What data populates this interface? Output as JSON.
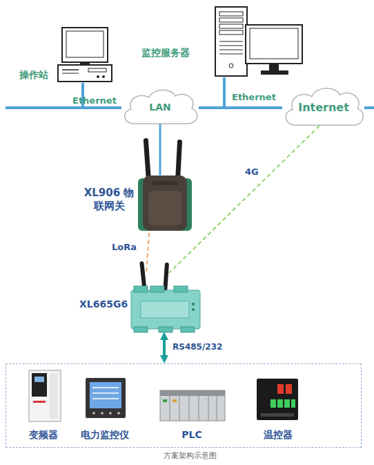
{
  "diagram": {
    "caption": "方案架构示意图",
    "nodes": [
      {
        "text": [
          "操作站"
        ]
      },
      {
        "text": [
          "LAN"
        ]
      },
      {
        "text": [
          "监控服务器"
        ]
      },
      {
        "text": [
          "Internet"
        ]
      },
      {
        "text": [
          "XL906 物联网关"
        ]
      },
      {
        "text": [
          "XL665G6"
        ]
      },
      {
        "text": []
      },
      {
        "text": [
          "变频器"
        ],
        "in": 6
      },
      {
        "text": [
          "电力监控仪"
        ],
        "in": 6
      },
      {
        "text": [
          "PLC"
        ],
        "in": 6
      },
      {
        "text": [
          "温控器"
        ],
        "in": 6
      }
    ],
    "edges": [
      {
        "from": 0,
        "to": 1,
        "arrow": "none",
        "label": "Ethernet"
      },
      {
        "from": 1,
        "to": 2,
        "arrow": "none"
      },
      {
        "from": 2,
        "to": 3,
        "arrow": "none",
        "label": "Ethernet"
      },
      {
        "from": 1,
        "to": 4,
        "arrow": "none"
      },
      {
        "from": 4,
        "to": 5,
        "arrow": "none",
        "label": "LoRa"
      },
      {
        "from": 3,
        "to": 5,
        "arrow": "none",
        "label": "4G"
      },
      {
        "from": 5,
        "to": 6,
        "arrow": "both",
        "label": "RS485/232"
      }
    ]
  }
}
